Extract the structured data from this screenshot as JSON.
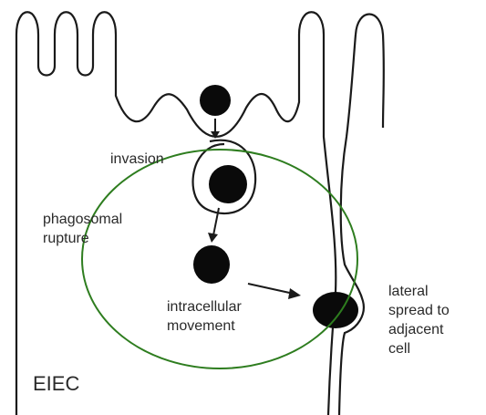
{
  "diagram": {
    "cell_label": "EIEC",
    "labels": {
      "invasion": "invasion",
      "phagosomal_rupture_line1": "phagosomal",
      "phagosomal_rupture_line2": "rupture",
      "intracellular_movement_line1": "intracellular",
      "intracellular_movement_line2": "movement",
      "lateral_spread_line1": "lateral",
      "lateral_spread_line2": "spread to",
      "lateral_spread_line3": "adjacent",
      "lateral_spread_line4": "cell"
    },
    "colors": {
      "outline": "#1a1a1a",
      "bacterium": "#0a0a0a",
      "highlight_ellipse": "#2e7d1f"
    }
  }
}
